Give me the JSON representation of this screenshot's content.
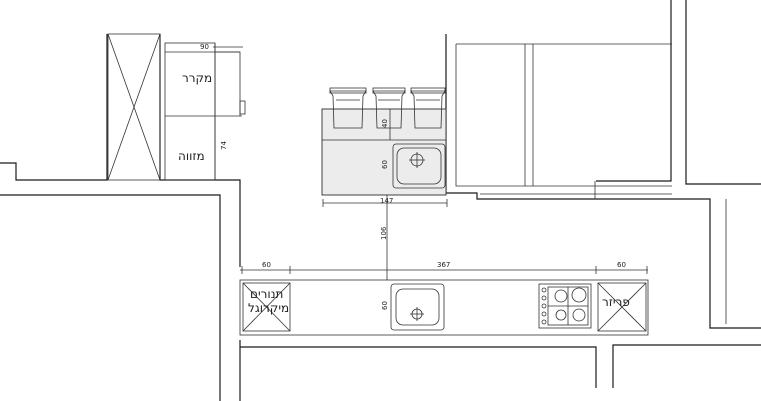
{
  "labels": {
    "fridge_top": "מקרר",
    "pantry": "מזווה",
    "ovens_line1": "תנורים",
    "ovens_line2": "מיקרוגל",
    "freezer": "פריזר"
  },
  "dims": {
    "top_width": "90",
    "pantry_depth": "74",
    "island_depth_h": "40",
    "island_depth": "60",
    "island_width": "147",
    "aisle": "106",
    "left_end": "60",
    "run_length": "367",
    "right_end": "60",
    "counter_depth": "60"
  }
}
